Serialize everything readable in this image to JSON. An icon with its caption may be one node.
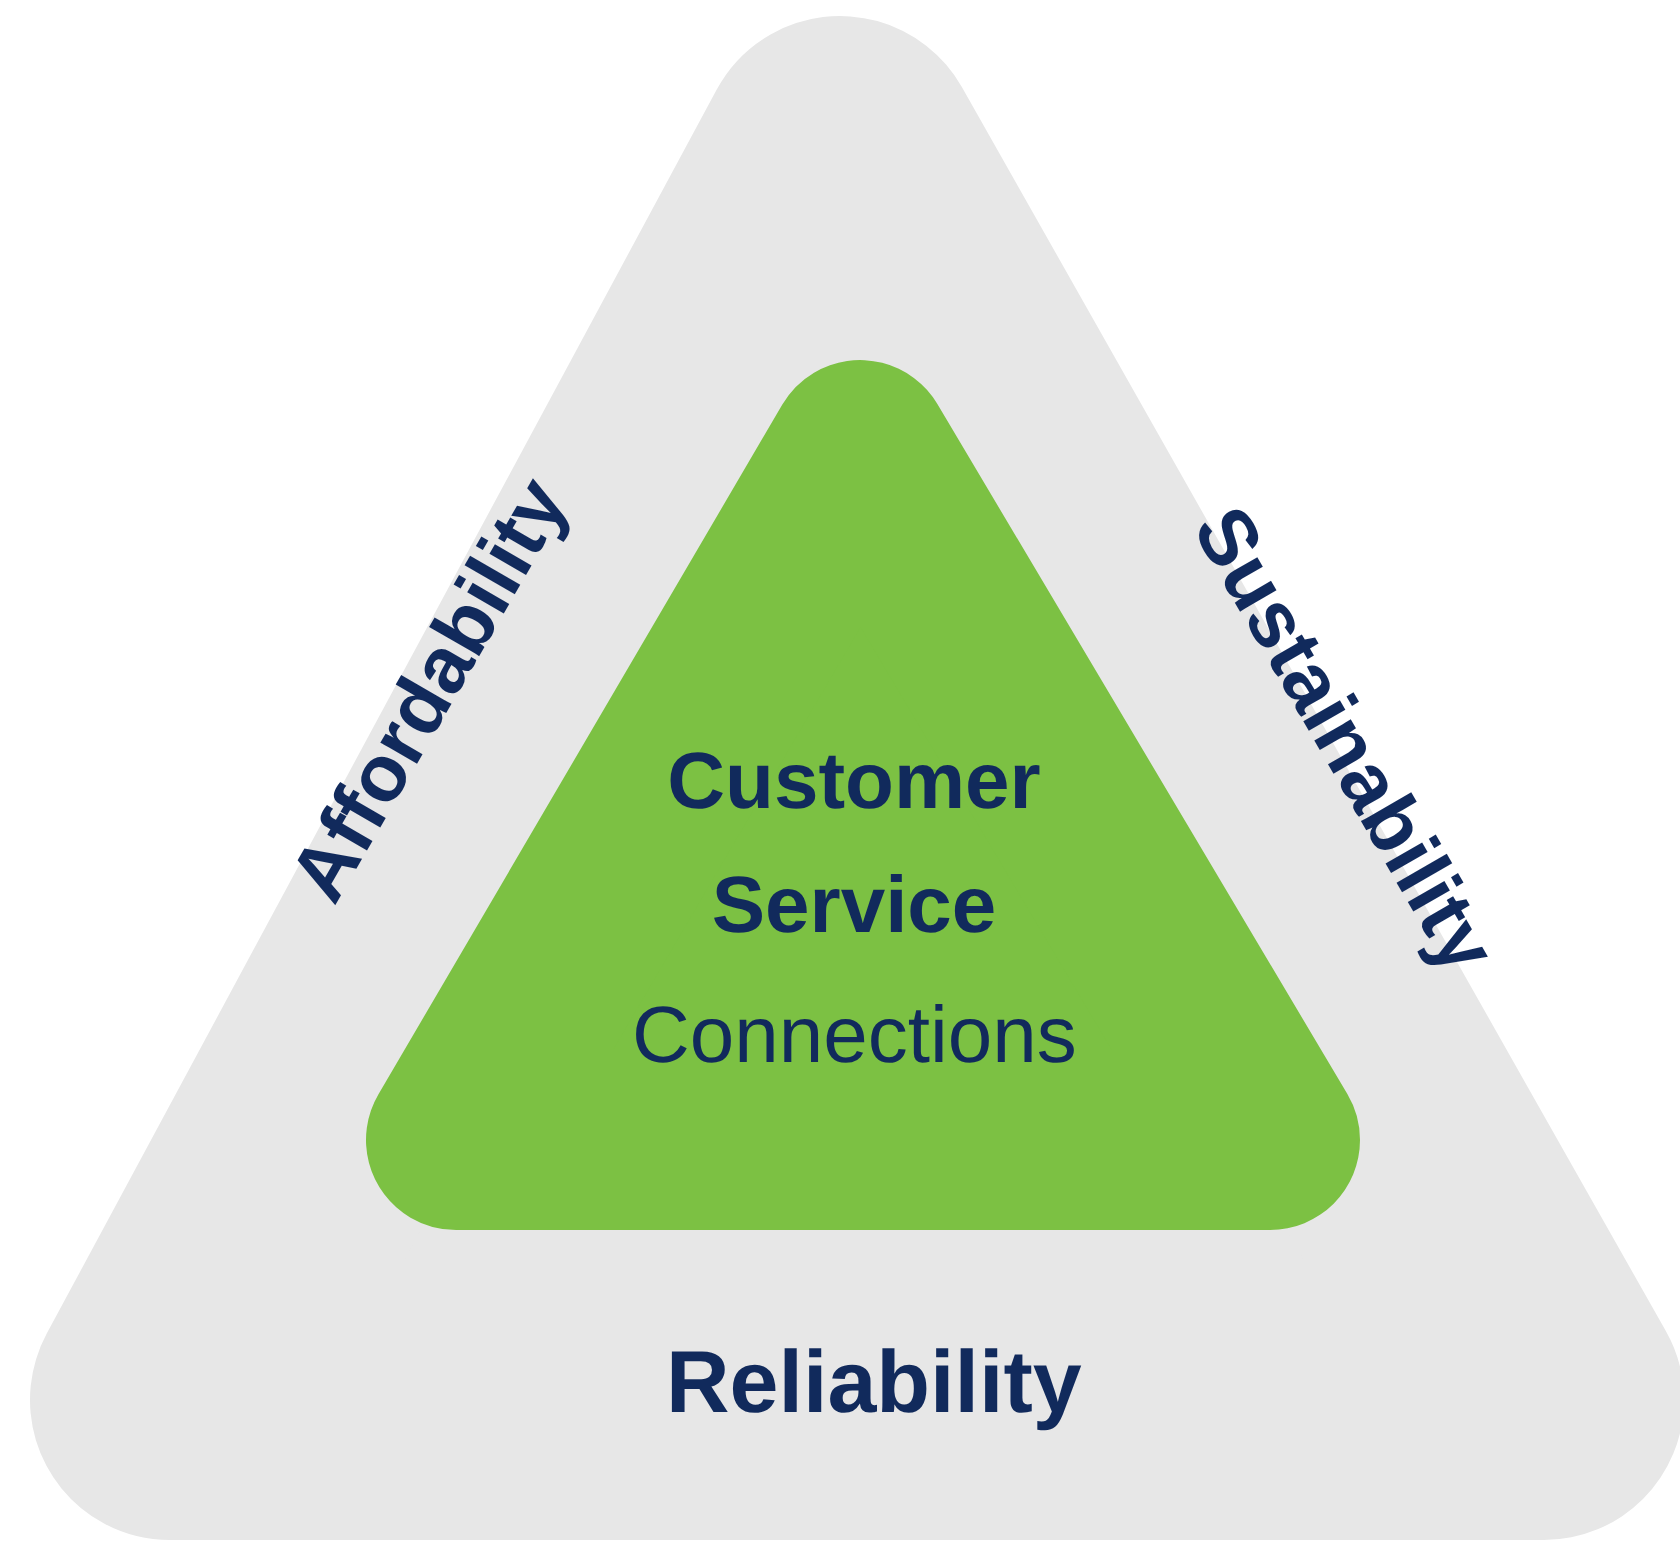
{
  "diagram": {
    "nodes": [
      {
        "text": [
          "Affordability",
          "Sustainability",
          "Reliability"
        ]
      },
      {
        "text": [
          "Customer Service",
          "Connections"
        ],
        "in": 0
      }
    ]
  }
}
